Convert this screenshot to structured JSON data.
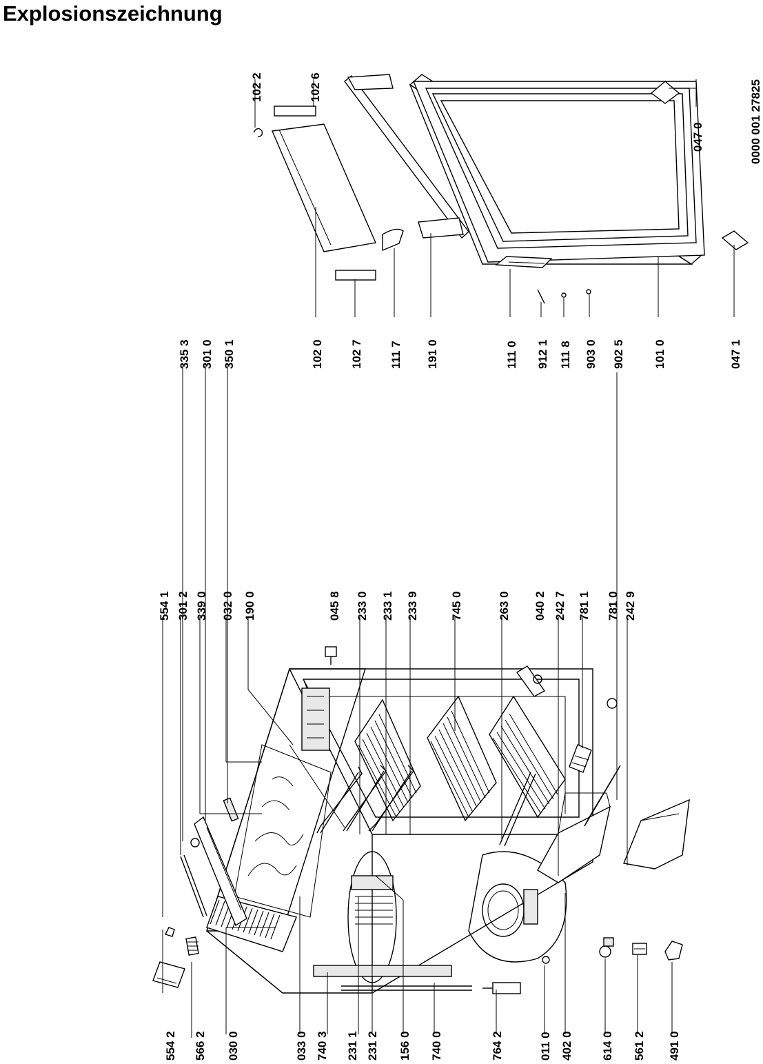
{
  "title": "Explosionszeichnung",
  "document_number": "0000 001 27825",
  "labels": {
    "l_554_2": "554 2",
    "l_566_2": "566 2",
    "l_030_0": "030 0",
    "l_033_0": "033 0",
    "l_740_3": "740 3",
    "l_231_1": "231 1",
    "l_231_2": "231 2",
    "l_156_0": "156 0",
    "l_740_0": "740 0",
    "l_764_2": "764 2",
    "l_011_0": "011 0",
    "l_402_0": "402 0",
    "l_614_0": "614 0",
    "l_561_2": "561 2",
    "l_491_0": "491 0",
    "l_554_1": "554 1",
    "l_301_2": "301 2",
    "l_339_0": "339 0",
    "l_032_0": "032 0",
    "l_190_0": "190 0",
    "l_045_8": "045 8",
    "l_233_0": "233 0",
    "l_233_1": "233 1",
    "l_233_9": "233 9",
    "l_745_0": "745 0",
    "l_263_0": "263 0",
    "l_040_2": "040 2",
    "l_242_7": "242 7",
    "l_781_1": "781 1",
    "l_781_0": "781 0",
    "l_242_9": "242 9",
    "l_335_3": "335 3",
    "l_301_0": "301 0",
    "l_350_1": "350 1",
    "l_102_0": "102 0",
    "l_102_7": "102 7",
    "l_111_7": "111 7",
    "l_191_0": "191 0",
    "l_111_0": "111 0",
    "l_912_1": "912 1",
    "l_111_8": "111 8",
    "l_903_0": "903 0",
    "l_902_5": "902 5",
    "l_101_0": "101 0",
    "l_047_1": "047 1",
    "l_047_0": "047 0",
    "l_102_2": "102 2",
    "l_102_6": "102 6"
  }
}
